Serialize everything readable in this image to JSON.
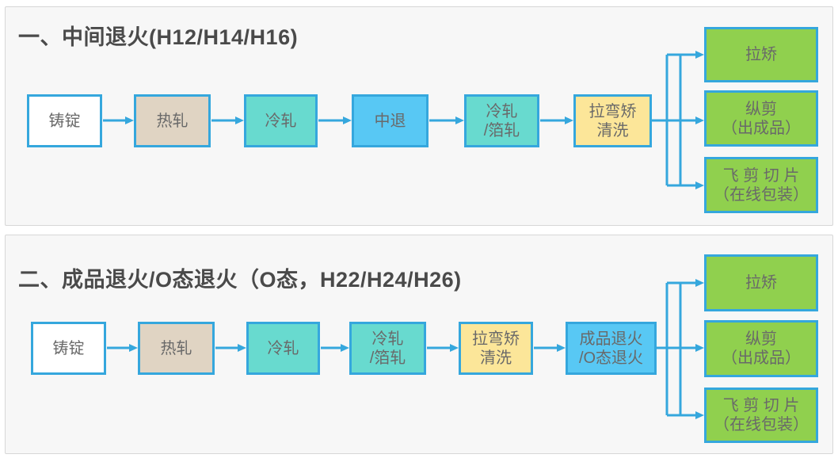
{
  "colors": {
    "accent_blue": "#35a7dd",
    "panel_bg": "#f7f7f7",
    "panel_border": "#d7d7d7",
    "box_text_gray": "#696969",
    "title_gray": "#4a4a4a",
    "fill_white": "#ffffff",
    "fill_tan": "#e0d4c3",
    "fill_teal": "#68dacf",
    "fill_sky_blue": "#58c8f4",
    "fill_yellow": "#fce699",
    "fill_green": "#90d04e"
  },
  "flow1": {
    "title": "一、中间退火(H12/H14/H16)",
    "steps": [
      {
        "label": "铸锭",
        "fill": "#ffffff"
      },
      {
        "label": "热轧",
        "fill": "#e0d4c3"
      },
      {
        "label": "冷轧",
        "fill": "#68dacf"
      },
      {
        "label": "中退",
        "fill": "#58c8f4"
      },
      {
        "label": "冷轧\n/箔轧",
        "fill": "#68dacf"
      },
      {
        "label": "拉弯矫\n清洗",
        "fill": "#fce699"
      }
    ],
    "outputs": [
      {
        "label": "拉矫",
        "fill": "#90d04e"
      },
      {
        "label": "纵剪\n（出成品）",
        "fill": "#90d04e"
      },
      {
        "label": "飞 剪 切 片\n（在线包装）",
        "fill": "#90d04e"
      }
    ]
  },
  "flow2": {
    "title": "二、成品退火/O态退火（O态，H22/H24/H26)",
    "steps": [
      {
        "label": "铸锭",
        "fill": "#ffffff"
      },
      {
        "label": "热轧",
        "fill": "#e0d4c3"
      },
      {
        "label": "冷轧",
        "fill": "#68dacf"
      },
      {
        "label": "冷轧\n/箔轧",
        "fill": "#68dacf"
      },
      {
        "label": "拉弯矫\n清洗",
        "fill": "#fce699"
      },
      {
        "label": "成品退火\n/O态退火",
        "fill": "#58c8f4"
      }
    ],
    "outputs": [
      {
        "label": "拉矫",
        "fill": "#90d04e"
      },
      {
        "label": "纵剪\n（出成品）",
        "fill": "#90d04e"
      },
      {
        "label": "飞 剪 切 片\n（在线包装）",
        "fill": "#90d04e"
      }
    ]
  }
}
